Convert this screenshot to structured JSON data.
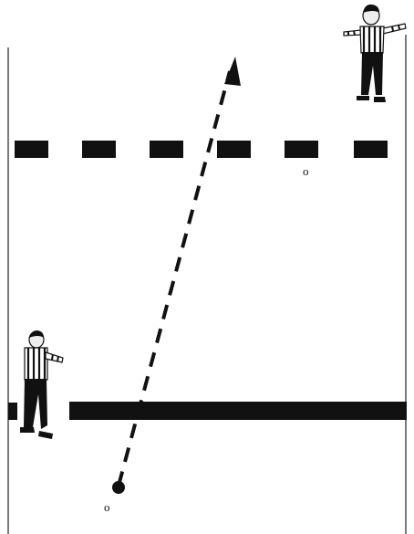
{
  "diagram": {
    "type": "hockey-officiating-illustration",
    "ink_color": "#111111",
    "background_color": "#ffffff",
    "figures": [
      {
        "role": "referee",
        "pose": "arms-extended-signal",
        "location": "top-right"
      },
      {
        "role": "linesman",
        "pose": "arm-pointing",
        "location": "bottom-left"
      }
    ],
    "lines": [
      {
        "kind": "dashed-line",
        "location": "upper"
      },
      {
        "kind": "solid-line",
        "location": "lower"
      }
    ],
    "puck_path": {
      "style": "dashed-arrow",
      "direction": "up-right"
    },
    "labels": {
      "start_mark": "o",
      "line_mark": "o"
    }
  }
}
